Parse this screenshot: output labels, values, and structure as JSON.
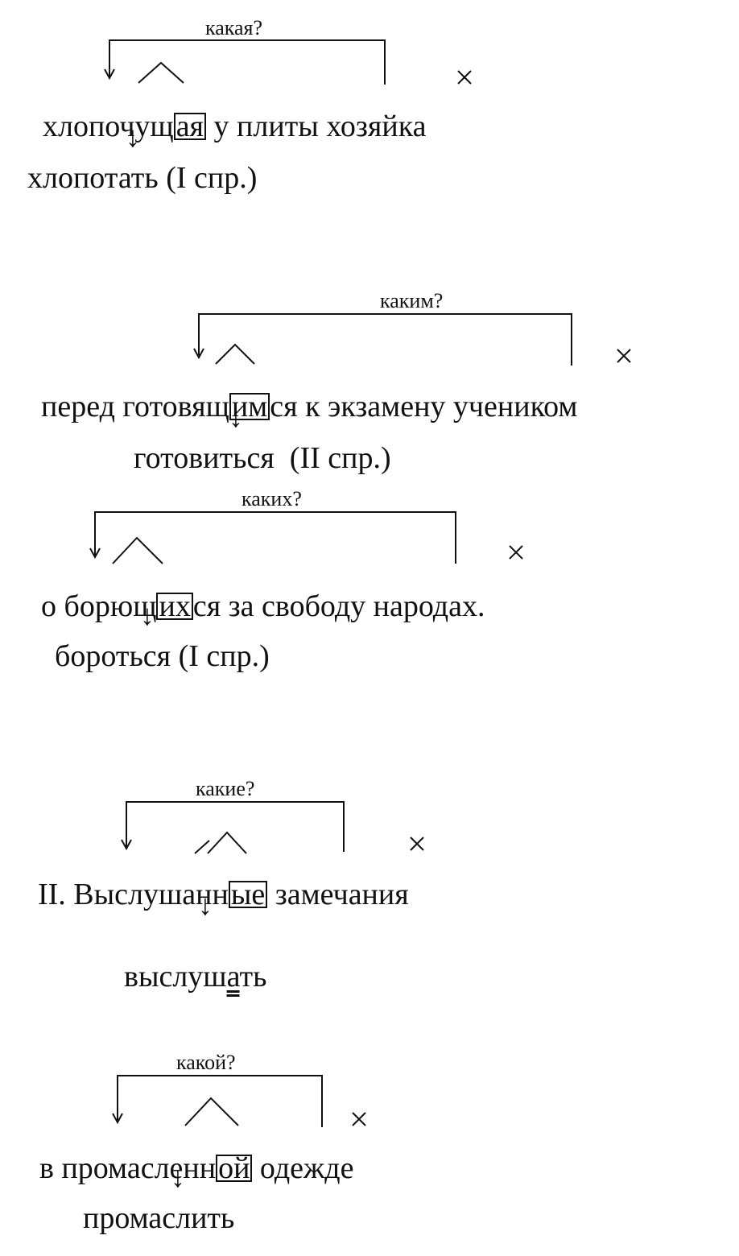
{
  "items": [
    {
      "question": "какая?",
      "phrase": {
        "pre": "хлопочущ",
        "ending": "ая",
        "post": " у плиты хозяйка"
      },
      "verb": "хлопотать (I спр.)"
    },
    {
      "question": "каким?",
      "phrase": {
        "pre": "перед готовящ",
        "ending": "им",
        "post": "ся к экзамену учеником"
      },
      "verb": "готовиться  (II спр.)"
    },
    {
      "question": "каких?",
      "phrase": {
        "pre": "о борющ",
        "ending": "их",
        "post": "ся за свободу народах."
      },
      "verb": "бороться (I спр.)"
    },
    {
      "question": "какие?",
      "phrase": {
        "pre": "II. Выслушанн",
        "ending": "ые",
        "post": " замечания"
      },
      "verb": {
        "pre": "выслуш",
        "underlined": "а",
        "post": "ть"
      }
    },
    {
      "question": "какой?",
      "phrase": {
        "pre": "в промасленн",
        "ending": "ой",
        "post": " одежде"
      },
      "verb": "промаслить"
    }
  ],
  "arrow_glyph": "↓",
  "cross_glyph": "×"
}
